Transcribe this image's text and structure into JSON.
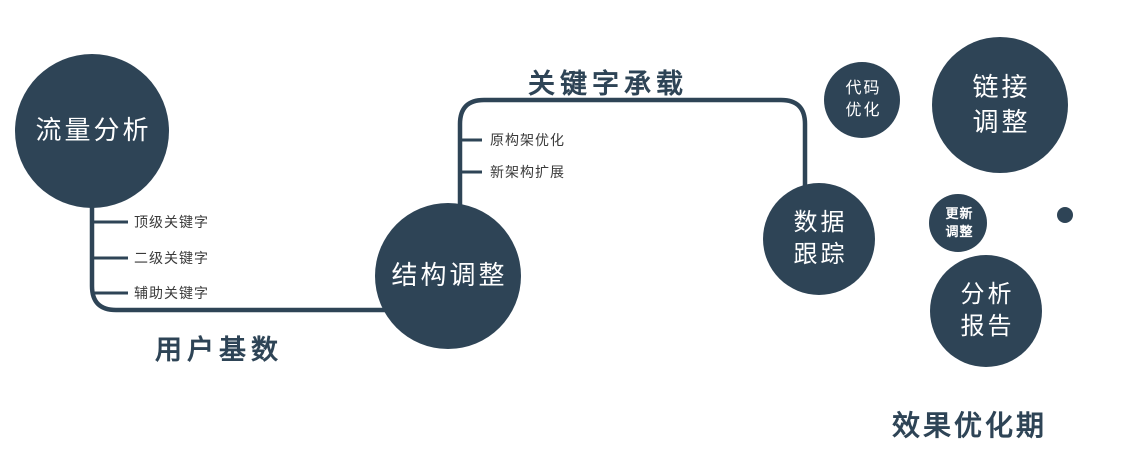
{
  "colors": {
    "node_fill": "#2e4456",
    "node_text": "#ffffff",
    "connector": "#2e4456",
    "label_text": "#2e4456",
    "branch_text": "#3a3a3a"
  },
  "diagram": {
    "nodes": {
      "traffic_analysis": {
        "label": "流量分析"
      },
      "structure_adjustment": {
        "label": "结构调整"
      },
      "data_tracking": {
        "line1": "数据",
        "line2": "跟踪"
      },
      "code_optimization": {
        "line1": "代码",
        "line2": "优化"
      },
      "link_adjustment": {
        "line1": "链接",
        "line2": "调整"
      },
      "update_adjustment": {
        "line1": "更新",
        "line2": "调整"
      },
      "analysis_report": {
        "line1": "分析",
        "line2": "报告"
      }
    },
    "edge_labels": {
      "user_base": "用户基数",
      "keyword_load": "关键字承载"
    },
    "keyword_branches": {
      "item1": "顶级关键字",
      "item2": "二级关键字",
      "item3": "辅助关键字"
    },
    "structure_branches": {
      "item1": "原构架优化",
      "item2": "新架构扩展"
    },
    "caption": "效果优化期"
  }
}
